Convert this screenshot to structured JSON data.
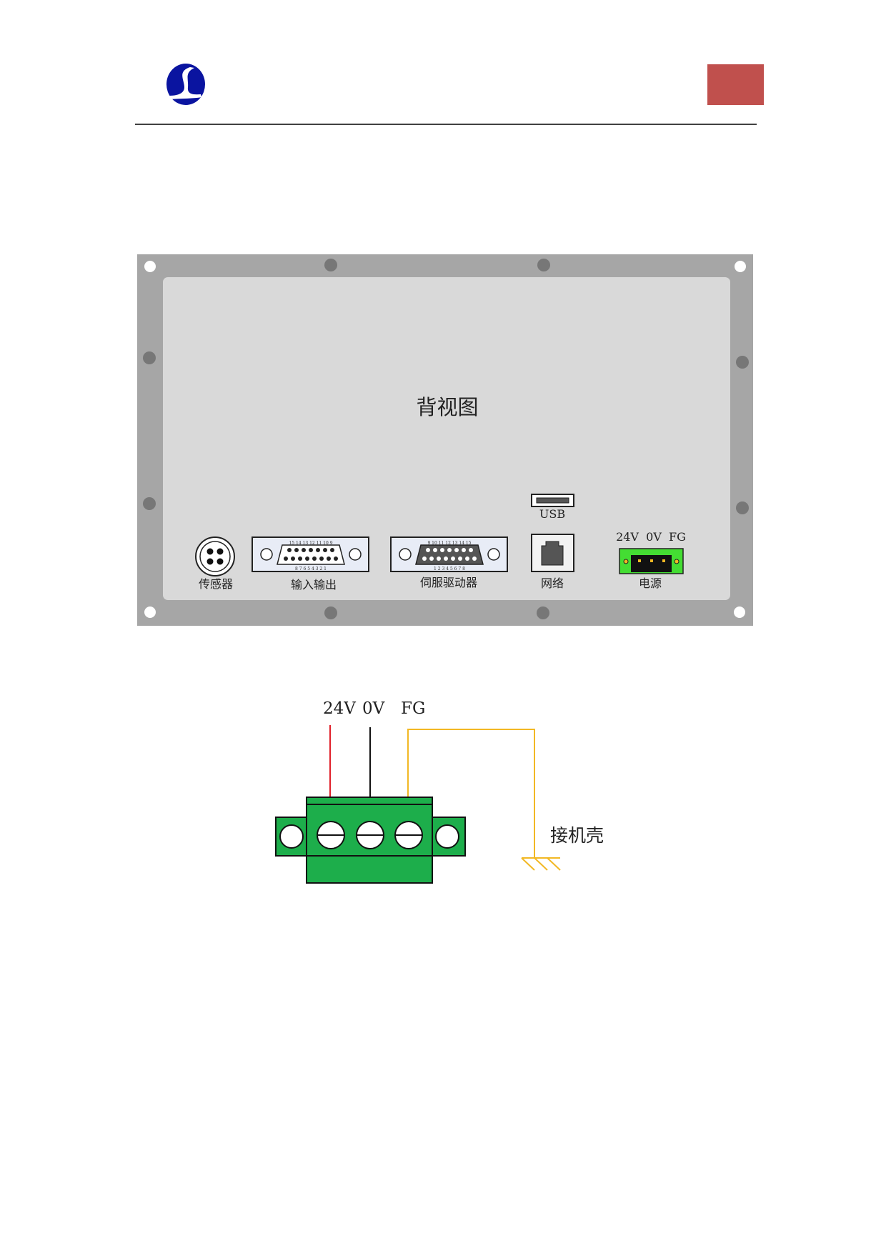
{
  "header": {
    "logo_icon": "company-logo",
    "accent_color": "#C0504D"
  },
  "panel": {
    "title": "背视图",
    "ports": {
      "sensor": "传感器",
      "io": "输入输出",
      "io_pins_top": "15 14 13 12 11 10 9",
      "io_pins_bottom": "8 7 6 5 4 3 2 1",
      "servo": "伺服驱动器",
      "servo_pins_top": "9 10 11 12 13 14 15",
      "servo_pins_bottom": "1 2 3 4 5 6 7 8",
      "usb": "USB",
      "network": "网络",
      "power": "电源",
      "power_pins": "24V  0V  FG"
    }
  },
  "wiring": {
    "label_24v": "24V",
    "label_0v": "0V",
    "label_fg": "FG",
    "ground_label": "接机壳",
    "colors": {
      "v24": "#E0202A",
      "v0": "#111111",
      "fg": "#F2B824",
      "connector": "#1DAE4B"
    }
  }
}
